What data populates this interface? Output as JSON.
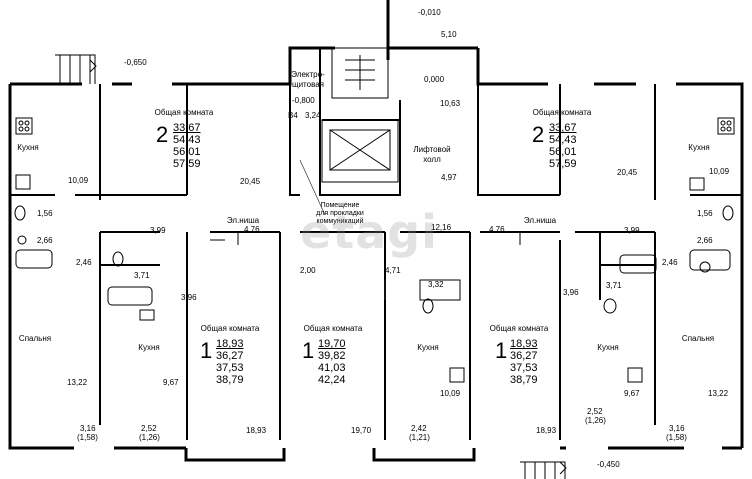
{
  "levels": {
    "top_stair": "-0,010",
    "left_entry": "-0,650",
    "shaft": "-0,800",
    "floor": "0,000",
    "bottom_entry": "-0,450"
  },
  "labels": {
    "electric_shaft": [
      "Электро-",
      "щитовая"
    ],
    "b4": "В4",
    "lift_hall": [
      "Лифтовой",
      "холл"
    ],
    "comm_room": [
      "Помещение",
      "для прокладки",
      "коммуникаций"
    ],
    "niche": "Эл.ниша",
    "kitchen": "Кухня",
    "bedroom": "Спальня",
    "common_room": "Общая комната"
  },
  "dims": {
    "d510": "5,10",
    "d1063": "10,63",
    "d324": "3,24",
    "d497": "4,97",
    "d1009a": "10,09",
    "d2045a": "20,45",
    "d2045b": "20,45",
    "d1009b": "10,09",
    "d156a": "1,56",
    "d266a": "2,66",
    "d246a": "2,46",
    "d1322a": "13,22",
    "d156b": "1,56",
    "d266b": "2,66",
    "d246b": "2,46",
    "d1322b": "13,22",
    "d399a": "3,99",
    "d476a": "4,76",
    "d1216": "12,16",
    "d476b": "4,76",
    "d399b": "3,99",
    "d371a": "3,71",
    "d396a": "3,96",
    "d967a": "9,67",
    "d371b": "3,71",
    "d396b": "3,96",
    "d967b": "9,67",
    "d200": "2,00",
    "d471": "4,71",
    "d332": "3,32",
    "d1009c": "10,09",
    "d1893a": "18,93",
    "d1970": "19,70",
    "d1893b": "18,93",
    "d316a": [
      "3,16",
      "(1,58)"
    ],
    "d252a": [
      "2,52",
      "(1,26)"
    ],
    "d242": [
      "2,42",
      "(1,21)"
    ],
    "d252b": [
      "2,52",
      "(1,26)"
    ],
    "d316b": [
      "3,16",
      "(1,58)"
    ]
  },
  "apartments": [
    {
      "rooms": "2",
      "areas": [
        "33,67",
        "54,43",
        "56,01",
        "57,59"
      ]
    },
    {
      "rooms": "2",
      "areas": [
        "33,67",
        "54,43",
        "56,01",
        "57,59"
      ]
    },
    {
      "rooms": "1",
      "areas": [
        "18,93",
        "36,27",
        "37,53",
        "38,79"
      ]
    },
    {
      "rooms": "1",
      "areas": [
        "19,70",
        "39,82",
        "41,03",
        "42,24"
      ]
    },
    {
      "rooms": "1",
      "areas": [
        "18,93",
        "36,27",
        "37,53",
        "38,79"
      ]
    }
  ],
  "watermark": "etagi",
  "colors": {
    "wall": "#000000",
    "line": "#222222"
  }
}
